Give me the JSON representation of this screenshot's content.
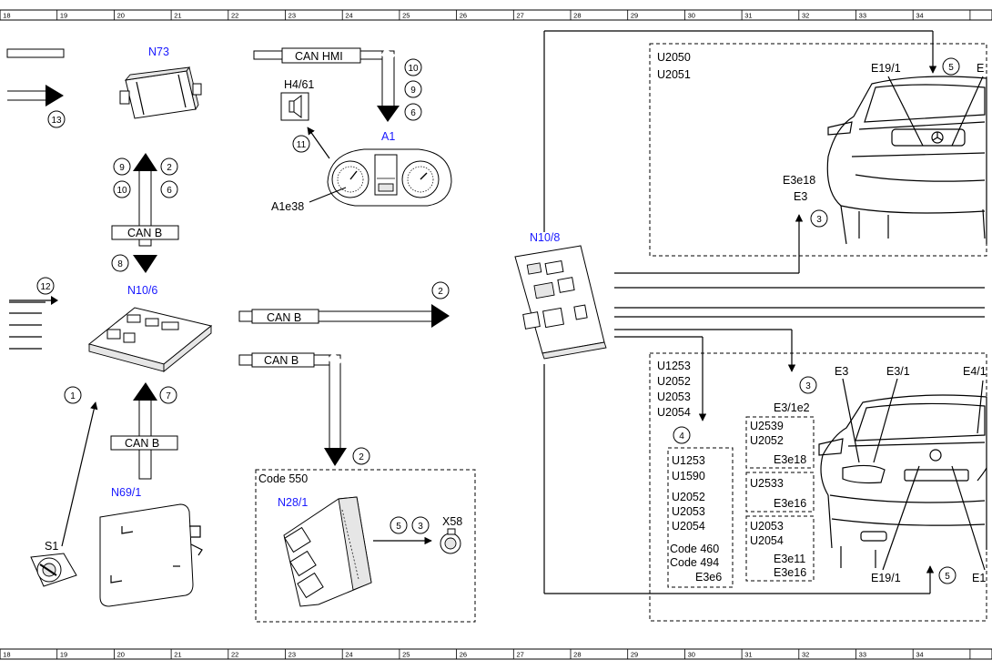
{
  "ruler": {
    "columns": [
      "18",
      "19",
      "20",
      "21",
      "22",
      "23",
      "24",
      "25",
      "26",
      "27",
      "28",
      "29",
      "30",
      "31",
      "32",
      "33",
      "34"
    ]
  },
  "components": {
    "n73": "N73",
    "h4_61": "H4/61",
    "a1": "A1",
    "a1e38": "A1e38",
    "n10_6": "N10/6",
    "n10_8": "N10/8",
    "n69_1": "N69/1",
    "s1": "S1",
    "n28_1": "N28/1",
    "x58": "X58"
  },
  "buses": {
    "can_hmi": "CAN HMI",
    "can_b_vertical_top": "CAN B",
    "can_b_vertical_bottom": "CAN B",
    "can_b_horizontal": "CAN B",
    "can_b_lower": "CAN B"
  },
  "codes": {
    "code_550": "Code 550"
  },
  "step_numbers": {
    "n13": "13",
    "n9a": "9",
    "n2a": "2",
    "n10a": "10",
    "n6a": "6",
    "n8": "8",
    "n12": "12",
    "n1": "1",
    "n7": "7",
    "n10b": "10",
    "n9b": "9",
    "n6b": "6",
    "n11": "11",
    "n2b": "2",
    "n2c": "2",
    "n5a": "5",
    "n3a": "3",
    "n3b": "3",
    "n5b": "5",
    "n4": "4",
    "n3c": "3",
    "n5c": "5"
  },
  "rear_top": {
    "fault_codes": [
      "U2050",
      "U2051"
    ],
    "e19_1": "E19/1",
    "e_cut": "E",
    "e3e18": "E3e18",
    "e3": "E3"
  },
  "rear_bottom": {
    "fault_codes": [
      "U1253",
      "U2052",
      "U2053",
      "U2054"
    ],
    "e3": "E3",
    "e3_1": "E3/1",
    "e4_1": "E4/1",
    "e3_1e2": "E3/1e2",
    "e19_1": "E19/1",
    "e1_cut": "E1",
    "box_e3e6": {
      "lines": [
        "U1253",
        "U1590",
        "U2052",
        "U2053",
        "U2054",
        "Code 460",
        "Code 494"
      ],
      "component": "E3e6"
    },
    "box_e3e18": {
      "lines": [
        "U2539",
        "U2052"
      ],
      "component": "E3e18"
    },
    "box_e3e16": {
      "lines": [
        "U2533"
      ],
      "component": "E3e16"
    },
    "box_e3e11": {
      "lines": [
        "U2053",
        "U2054"
      ],
      "components": [
        "E3e11",
        "E3e16"
      ]
    }
  }
}
